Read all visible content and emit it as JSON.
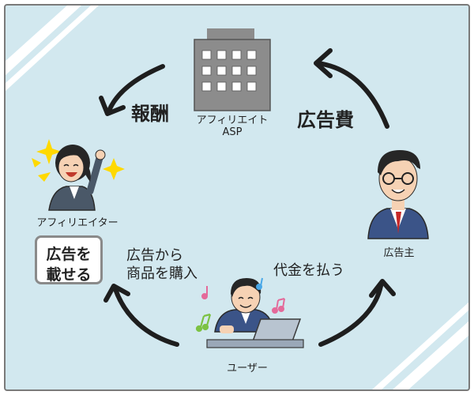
{
  "nodes": {
    "asp": {
      "line1": "アフィリエイト",
      "line2": "ASP"
    },
    "affiliator": {
      "label": "アフィリエイター"
    },
    "advertiser": {
      "label": "広告主"
    },
    "user": {
      "label": "ユーザー"
    }
  },
  "edges": {
    "ad_fee": "広告費",
    "reward": "報酬",
    "pay": "代金を払う",
    "buy_line1": "広告から",
    "buy_line2": "商品を購入"
  },
  "affiliator_box": {
    "line1": "広告を",
    "line2": "載せる"
  },
  "colors": {
    "background": "#d2e8ef",
    "stripe": "#ffffff",
    "building": "#8c8c8c",
    "arrow": "#1e1e1e"
  }
}
